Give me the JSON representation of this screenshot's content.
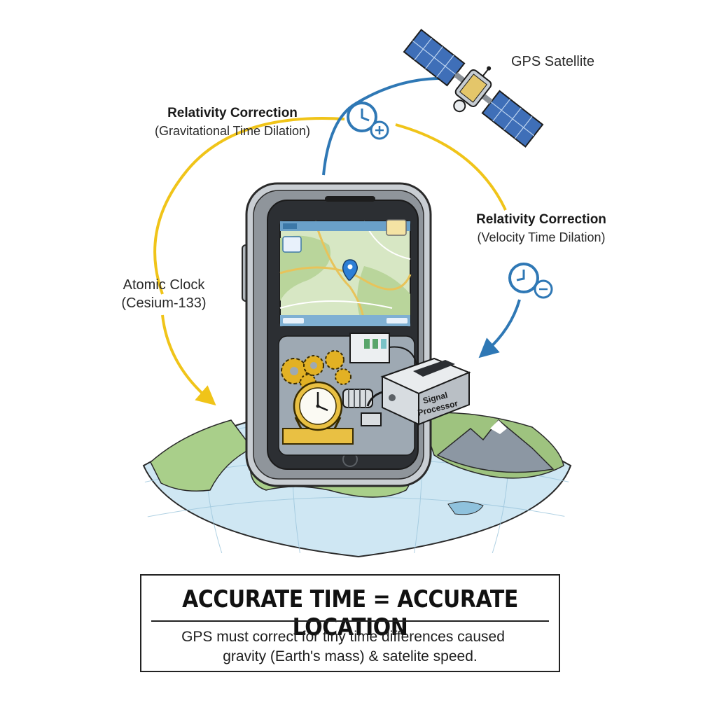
{
  "labels": {
    "gps_satellite": "GPS Satellite",
    "gravitational_title": "Relativity Correction",
    "gravitational_sub": "(Gravitational Time Dilation)",
    "velocity_title": "Relativity Correction",
    "velocity_sub": "(Velocity Time Dilation)",
    "atomic_clock_title": "Atomic Clock",
    "atomic_clock_sub": "(Cesium-133)",
    "signal_processor_line1": "Signal",
    "signal_processor_line2": "Processor"
  },
  "caption": {
    "headline": "ACCURATE TIME = ACCURATE LOCATION",
    "note_line1": "GPS must correct for tiny time differences caused",
    "note_line2": "gravity (Earth's mass) & satelite speed."
  },
  "colors": {
    "gravitational_arrow": "#f0c419",
    "velocity_arrow": "#2f78b5",
    "ocean": "#cfe7f3",
    "land": "#a9cf8a",
    "phone_frame": "#8f959b",
    "screen_dark": "#2c2f33",
    "map_screen": "#d7e7c4",
    "clock_brass": "#e6b422"
  },
  "icons": [
    "satellite-icon",
    "clock-plus-icon",
    "clock-minus-icon",
    "location-pin-icon",
    "gear-icon",
    "atomic-clock-icon",
    "signal-processor-icon",
    "mountain-icon"
  ]
}
